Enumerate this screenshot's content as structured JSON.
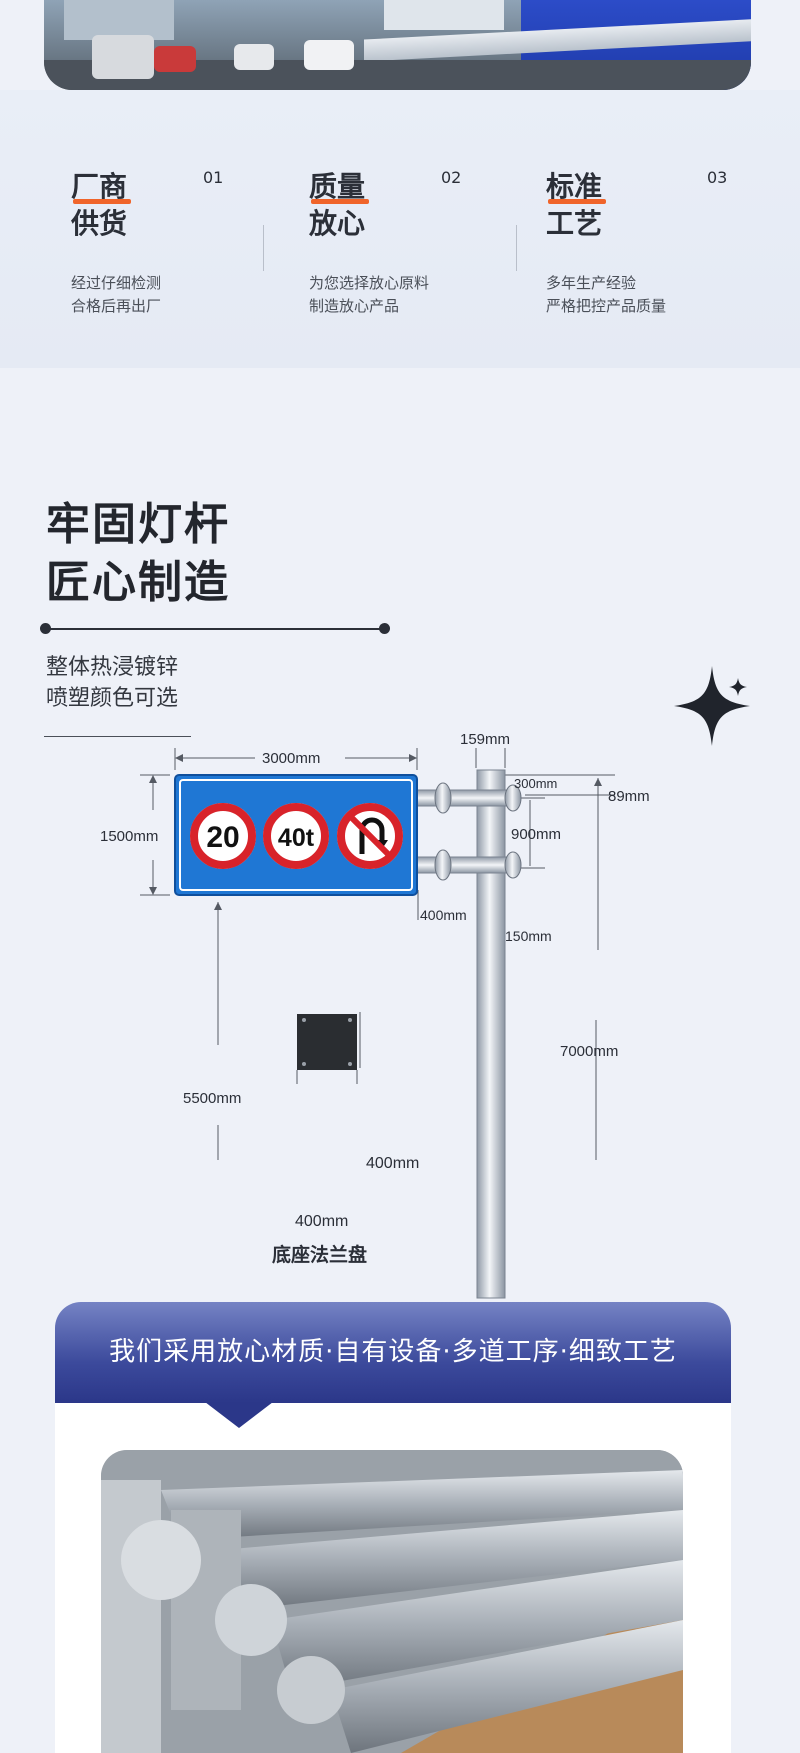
{
  "features": [
    {
      "title_line1": "厂商",
      "title_line2": "供货",
      "num": "01",
      "desc_line1": "经过仔细检测",
      "desc_line2": "合格后再出厂"
    },
    {
      "title_line1": "质量",
      "title_line2": "放心",
      "num": "02",
      "desc_line1": "为您选择放心原料",
      "desc_line2": "制造放心产品"
    },
    {
      "title_line1": "标准",
      "title_line2": "工艺",
      "num": "03",
      "desc_line1": "多年生产经验",
      "desc_line2": "严格把控产品质量"
    }
  ],
  "section": {
    "title_line1": "牢固灯杆",
    "title_line2": "匠心制造",
    "sub_line1": "整体热浸镀锌",
    "sub_line2": "喷塑颜色可选"
  },
  "diagram": {
    "sign_width": "3000mm",
    "sign_height": "1500mm",
    "pole_diameter": "159mm",
    "arm_offset": "300mm",
    "arm_diameter": "89mm",
    "arm_spacing": "900mm",
    "arm_length": "400mm",
    "bottom_offset": "150mm",
    "pole_height": "7000mm",
    "clearance": "5500mm",
    "flange_side": "400mm",
    "flange_bottom": "400mm",
    "flange_label": "底座法兰盘",
    "sign_values": [
      "20",
      "40t"
    ]
  },
  "banner": {
    "text": "我们采用放心材质·自有设备·多道工序·细致工艺"
  },
  "colors": {
    "accent": "#f0642a",
    "sign_blue": "#1f77d4",
    "sign_red": "#d8232a",
    "banner_dark": "#2b3789"
  }
}
